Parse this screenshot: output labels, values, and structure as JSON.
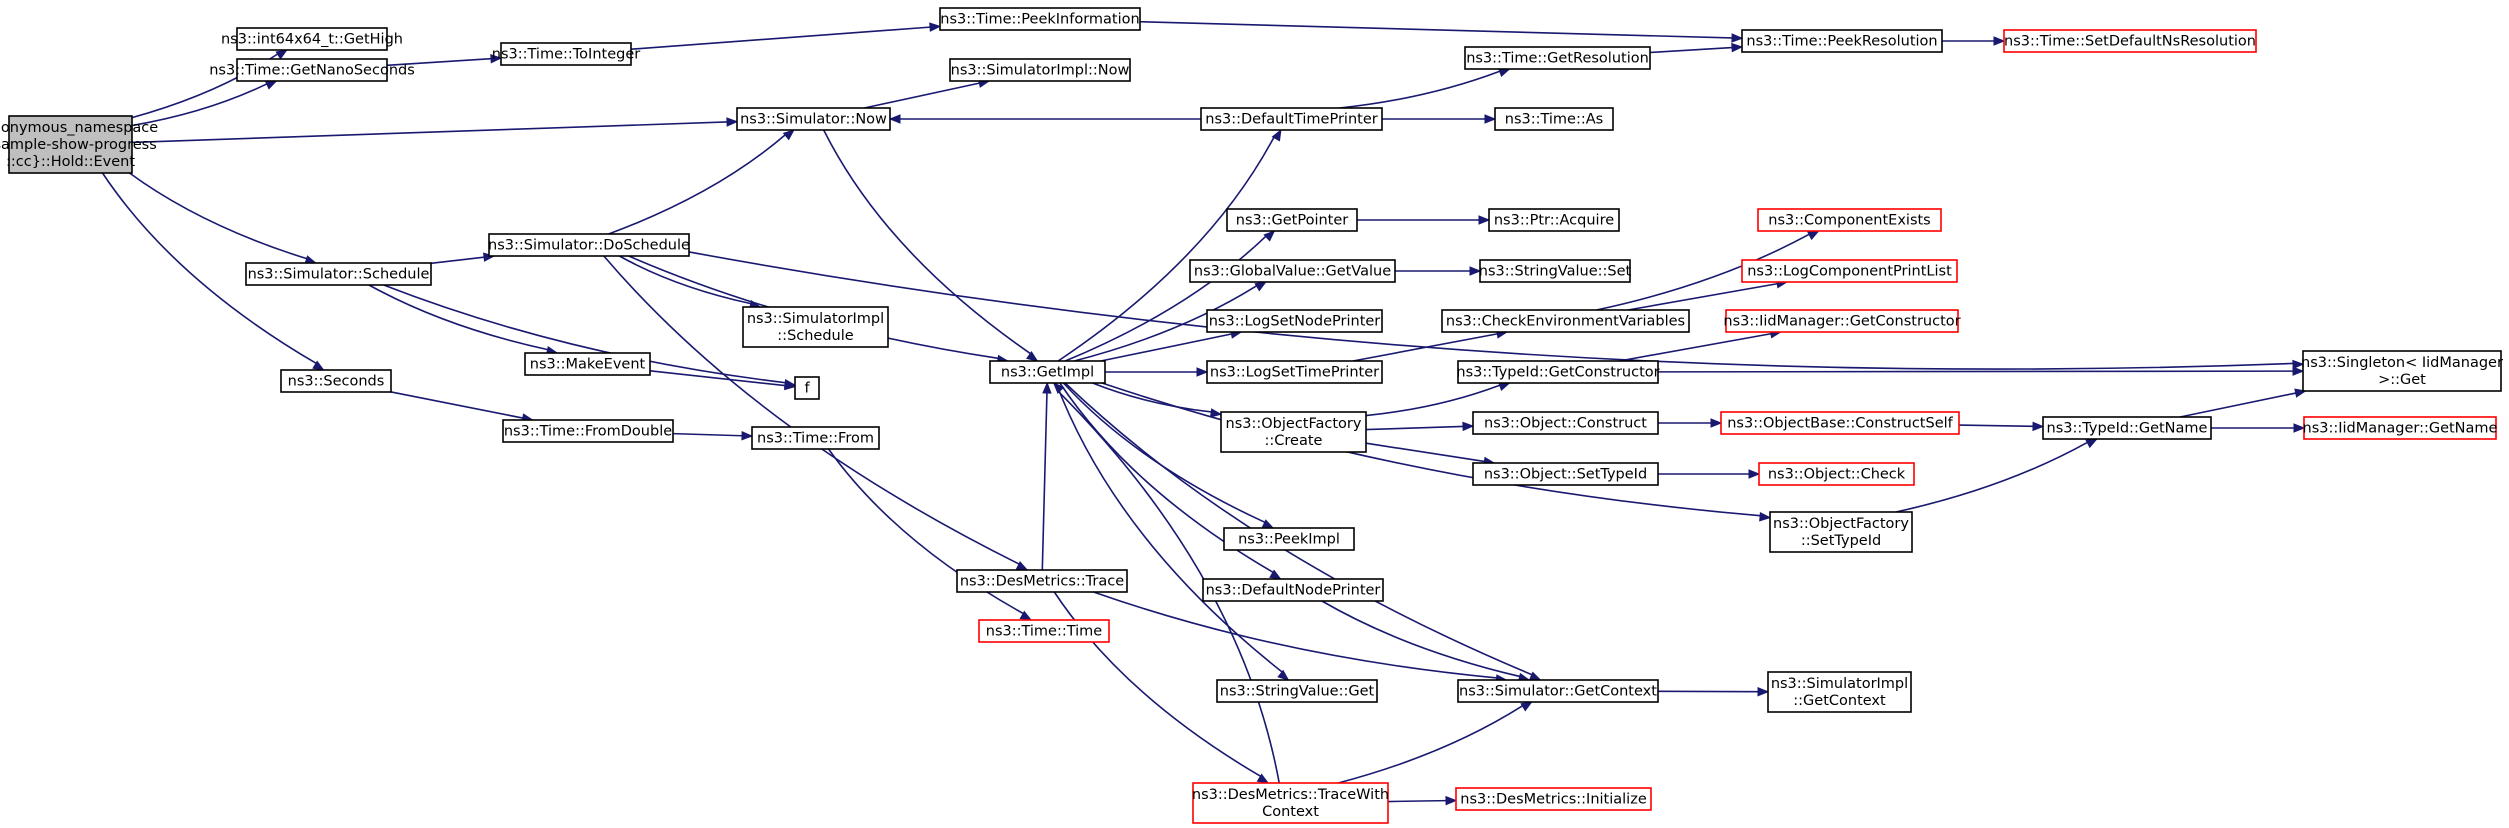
{
  "colors": {
    "edge": "#191970",
    "root_fill": "#bfbfbf",
    "normal_stroke": "#000000",
    "truncated_stroke": "#ff0000",
    "node_fill": "#ffffff"
  },
  "nodes": [
    {
      "id": "root",
      "lines": [
        "anonymous_namespace",
        "{sample-show-progress",
        "::cc}::Hold::Event"
      ],
      "style": "root",
      "interactable": true
    },
    {
      "id": "getHigh",
      "lines": [
        "ns3::int64x64_t::GetHigh"
      ],
      "style": "normal",
      "interactable": true
    },
    {
      "id": "getNanoSeconds",
      "lines": [
        "ns3::Time::GetNanoSeconds"
      ],
      "style": "normal",
      "interactable": true
    },
    {
      "id": "toInteger",
      "lines": [
        "ns3::Time::ToInteger"
      ],
      "style": "normal",
      "interactable": true
    },
    {
      "id": "peekInformation",
      "lines": [
        "ns3::Time::PeekInformation"
      ],
      "style": "normal",
      "interactable": true
    },
    {
      "id": "peekResolution",
      "lines": [
        "ns3::Time::PeekResolution"
      ],
      "style": "normal",
      "interactable": true
    },
    {
      "id": "setDefaultNsResolution",
      "lines": [
        "ns3::Time::SetDefaultNsResolution"
      ],
      "style": "truncated",
      "interactable": true
    },
    {
      "id": "simulatorImplNow",
      "lines": [
        "ns3::SimulatorImpl::Now"
      ],
      "style": "normal",
      "interactable": true
    },
    {
      "id": "simulatorNow",
      "lines": [
        "ns3::Simulator::Now"
      ],
      "style": "normal",
      "interactable": true
    },
    {
      "id": "defaultTimePrinter",
      "lines": [
        "ns3::DefaultTimePrinter"
      ],
      "style": "normal",
      "interactable": true
    },
    {
      "id": "getResolution",
      "lines": [
        "ns3::Time::GetResolution"
      ],
      "style": "normal",
      "interactable": true
    },
    {
      "id": "timeAs",
      "lines": [
        "ns3::Time::As"
      ],
      "style": "normal",
      "interactable": true
    },
    {
      "id": "getPointer",
      "lines": [
        "ns3::GetPointer"
      ],
      "style": "normal",
      "interactable": true
    },
    {
      "id": "ptrAcquire",
      "lines": [
        "ns3::Ptr::Acquire"
      ],
      "style": "normal",
      "interactable": true
    },
    {
      "id": "componentExists",
      "lines": [
        "ns3::ComponentExists"
      ],
      "style": "truncated",
      "interactable": true
    },
    {
      "id": "globalValueGetValue",
      "lines": [
        "ns3::GlobalValue::GetValue"
      ],
      "style": "normal",
      "interactable": true
    },
    {
      "id": "stringValueSet",
      "lines": [
        "ns3::StringValue::Set"
      ],
      "style": "normal",
      "interactable": true
    },
    {
      "id": "logComponentPrintList",
      "lines": [
        "ns3::LogComponentPrintList"
      ],
      "style": "truncated",
      "interactable": true
    },
    {
      "id": "simulatorDoSchedule",
      "lines": [
        "ns3::Simulator::DoSchedule"
      ],
      "style": "normal",
      "interactable": true
    },
    {
      "id": "simulatorSchedule",
      "lines": [
        "ns3::Simulator::Schedule"
      ],
      "style": "normal",
      "interactable": true
    },
    {
      "id": "simulatorImplSchedule",
      "lines": [
        "ns3::SimulatorImpl",
        "::Schedule"
      ],
      "style": "normal",
      "interactable": true
    },
    {
      "id": "logSetNodePrinter",
      "lines": [
        "ns3::LogSetNodePrinter"
      ],
      "style": "normal",
      "interactable": true
    },
    {
      "id": "checkEnvironmentVariables",
      "lines": [
        "ns3::CheckEnvironmentVariables"
      ],
      "style": "normal",
      "interactable": true
    },
    {
      "id": "iidManagerGetConstructor",
      "lines": [
        "ns3::IidManager::GetConstructor"
      ],
      "style": "truncated",
      "interactable": true
    },
    {
      "id": "makeEvent",
      "lines": [
        "ns3::MakeEvent"
      ],
      "style": "normal",
      "interactable": true
    },
    {
      "id": "f",
      "lines": [
        "f"
      ],
      "style": "normal",
      "interactable": true
    },
    {
      "id": "getImpl",
      "lines": [
        "ns3::GetImpl"
      ],
      "style": "normal",
      "interactable": true
    },
    {
      "id": "logSetTimePrinter",
      "lines": [
        "ns3::LogSetTimePrinter"
      ],
      "style": "normal",
      "interactable": true
    },
    {
      "id": "typeIdGetConstructor",
      "lines": [
        "ns3::TypeId::GetConstructor"
      ],
      "style": "normal",
      "interactable": true
    },
    {
      "id": "singletonGet",
      "lines": [
        "ns3::Singleton< IidManager",
        " >::Get"
      ],
      "style": "normal",
      "interactable": true
    },
    {
      "id": "seconds",
      "lines": [
        "ns3::Seconds"
      ],
      "style": "normal",
      "interactable": true
    },
    {
      "id": "timeFromDouble",
      "lines": [
        "ns3::Time::FromDouble"
      ],
      "style": "normal",
      "interactable": true
    },
    {
      "id": "timeFrom",
      "lines": [
        "ns3::Time::From"
      ],
      "style": "normal",
      "interactable": true
    },
    {
      "id": "objectFactoryCreate",
      "lines": [
        "ns3::ObjectFactory",
        "::Create"
      ],
      "style": "normal",
      "interactable": true
    },
    {
      "id": "objectConstruct",
      "lines": [
        "ns3::Object::Construct"
      ],
      "style": "normal",
      "interactable": true
    },
    {
      "id": "objectBaseConstructSelf",
      "lines": [
        "ns3::ObjectBase::ConstructSelf"
      ],
      "style": "truncated",
      "interactable": true
    },
    {
      "id": "typeIdGetName",
      "lines": [
        "ns3::TypeId::GetName"
      ],
      "style": "normal",
      "interactable": true
    },
    {
      "id": "iidManagerGetName",
      "lines": [
        "ns3::IidManager::GetName"
      ],
      "style": "truncated",
      "interactable": true
    },
    {
      "id": "objectSetTypeId",
      "lines": [
        "ns3::Object::SetTypeId"
      ],
      "style": "normal",
      "interactable": true
    },
    {
      "id": "objectCheck",
      "lines": [
        "ns3::Object::Check"
      ],
      "style": "truncated",
      "interactable": true
    },
    {
      "id": "objectFactorySetTypeId",
      "lines": [
        "ns3::ObjectFactory",
        "::SetTypeId"
      ],
      "style": "normal",
      "interactable": true
    },
    {
      "id": "peekImpl",
      "lines": [
        "ns3::PeekImpl"
      ],
      "style": "normal",
      "interactable": true
    },
    {
      "id": "desMetricsTrace",
      "lines": [
        "ns3::DesMetrics::Trace"
      ],
      "style": "normal",
      "interactable": true
    },
    {
      "id": "defaultNodePrinter",
      "lines": [
        "ns3::DefaultNodePrinter"
      ],
      "style": "normal",
      "interactable": true
    },
    {
      "id": "timeTime",
      "lines": [
        "ns3::Time::Time"
      ],
      "style": "truncated",
      "interactable": true
    },
    {
      "id": "stringValueGet",
      "lines": [
        "ns3::StringValue::Get"
      ],
      "style": "normal",
      "interactable": true
    },
    {
      "id": "simulatorGetContext",
      "lines": [
        "ns3::Simulator::GetContext"
      ],
      "style": "normal",
      "interactable": true
    },
    {
      "id": "simulatorImplGetContext",
      "lines": [
        "ns3::SimulatorImpl",
        "::GetContext"
      ],
      "style": "normal",
      "interactable": true
    },
    {
      "id": "desMetricsTraceWithContext",
      "lines": [
        "ns3::DesMetrics::TraceWith",
        "Context"
      ],
      "style": "truncated",
      "interactable": true
    },
    {
      "id": "desMetricsInitialize",
      "lines": [
        "ns3::DesMetrics::Initialize"
      ],
      "style": "truncated",
      "interactable": true
    }
  ],
  "edges": [
    {
      "from": "root",
      "to": "getHigh"
    },
    {
      "from": "root",
      "to": "getNanoSeconds"
    },
    {
      "from": "root",
      "to": "simulatorNow"
    },
    {
      "from": "root",
      "to": "simulatorSchedule"
    },
    {
      "from": "root",
      "to": "seconds"
    },
    {
      "from": "getNanoSeconds",
      "to": "toInteger"
    },
    {
      "from": "toInteger",
      "to": "peekInformation"
    },
    {
      "from": "peekInformation",
      "to": "peekResolution"
    },
    {
      "from": "peekResolution",
      "to": "setDefaultNsResolution"
    },
    {
      "from": "simulatorNow",
      "to": "simulatorImplNow"
    },
    {
      "from": "simulatorNow",
      "to": "getImpl"
    },
    {
      "from": "defaultTimePrinter",
      "to": "simulatorNow"
    },
    {
      "from": "defaultTimePrinter",
      "to": "getResolution"
    },
    {
      "from": "defaultTimePrinter",
      "to": "timeAs"
    },
    {
      "from": "getResolution",
      "to": "peekResolution"
    },
    {
      "from": "simulatorSchedule",
      "to": "simulatorDoSchedule"
    },
    {
      "from": "simulatorSchedule",
      "to": "makeEvent"
    },
    {
      "from": "simulatorSchedule",
      "to": "f"
    },
    {
      "from": "simulatorDoSchedule",
      "to": "simulatorNow"
    },
    {
      "from": "simulatorDoSchedule",
      "to": "simulatorImplSchedule"
    },
    {
      "from": "simulatorDoSchedule",
      "to": "getImpl"
    },
    {
      "from": "simulatorDoSchedule",
      "to": "singletonGet"
    },
    {
      "from": "simulatorDoSchedule",
      "to": "desMetricsTrace"
    },
    {
      "from": "makeEvent",
      "to": "f"
    },
    {
      "from": "seconds",
      "to": "timeFromDouble"
    },
    {
      "from": "timeFromDouble",
      "to": "timeFrom"
    },
    {
      "from": "timeFrom",
      "to": "timeTime"
    },
    {
      "from": "getImpl",
      "to": "defaultTimePrinter"
    },
    {
      "from": "getImpl",
      "to": "getPointer"
    },
    {
      "from": "getImpl",
      "to": "globalValueGetValue"
    },
    {
      "from": "getImpl",
      "to": "logSetNodePrinter"
    },
    {
      "from": "getImpl",
      "to": "logSetTimePrinter"
    },
    {
      "from": "getImpl",
      "to": "objectFactoryCreate"
    },
    {
      "from": "getImpl",
      "to": "objectFactorySetTypeId"
    },
    {
      "from": "getImpl",
      "to": "peekImpl"
    },
    {
      "from": "getImpl",
      "to": "defaultNodePrinter"
    },
    {
      "from": "getImpl",
      "to": "stringValueGet"
    },
    {
      "from": "getImpl",
      "to": "simulatorGetContext"
    },
    {
      "from": "getPointer",
      "to": "ptrAcquire"
    },
    {
      "from": "globalValueGetValue",
      "to": "stringValueSet"
    },
    {
      "from": "logSetTimePrinter",
      "to": "checkEnvironmentVariables"
    },
    {
      "from": "checkEnvironmentVariables",
      "to": "componentExists"
    },
    {
      "from": "checkEnvironmentVariables",
      "to": "logComponentPrintList"
    },
    {
      "from": "objectFactoryCreate",
      "to": "typeIdGetConstructor"
    },
    {
      "from": "objectFactoryCreate",
      "to": "objectConstruct"
    },
    {
      "from": "objectFactoryCreate",
      "to": "objectSetTypeId"
    },
    {
      "from": "typeIdGetConstructor",
      "to": "iidManagerGetConstructor"
    },
    {
      "from": "typeIdGetConstructor",
      "to": "singletonGet"
    },
    {
      "from": "objectConstruct",
      "to": "objectBaseConstructSelf"
    },
    {
      "from": "objectBaseConstructSelf",
      "to": "typeIdGetName"
    },
    {
      "from": "typeIdGetName",
      "to": "iidManagerGetName"
    },
    {
      "from": "typeIdGetName",
      "to": "singletonGet"
    },
    {
      "from": "objectSetTypeId",
      "to": "objectCheck"
    },
    {
      "from": "objectFactorySetTypeId",
      "to": "typeIdGetName"
    },
    {
      "from": "desMetricsTrace",
      "to": "getImpl"
    },
    {
      "from": "desMetricsTrace",
      "to": "simulatorGetContext"
    },
    {
      "from": "desMetricsTrace",
      "to": "desMetricsTraceWithContext"
    },
    {
      "from": "defaultNodePrinter",
      "to": "simulatorGetContext"
    },
    {
      "from": "simulatorGetContext",
      "to": "simulatorImplGetContext"
    },
    {
      "from": "desMetricsTraceWithContext",
      "to": "getImpl"
    },
    {
      "from": "desMetricsTraceWithContext",
      "to": "simulatorGetContext"
    },
    {
      "from": "desMetricsTraceWithContext",
      "to": "desMetricsInitialize"
    }
  ]
}
